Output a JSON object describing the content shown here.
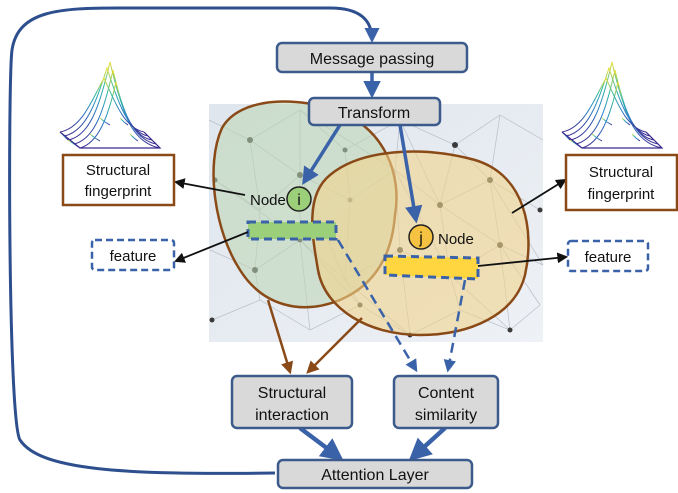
{
  "boxes": {
    "message_passing": "Message passing",
    "transform": "Transform",
    "structural_interaction": [
      "Structural",
      "interaction"
    ],
    "content_similarity": [
      "Content",
      "similarity"
    ],
    "attention_layer": "Attention Layer",
    "fingerprint_left": [
      "Structural",
      "fingerprint"
    ],
    "fingerprint_right": [
      "Structural",
      "fingerprint"
    ],
    "feature_left": "feature",
    "feature_right": "feature"
  },
  "nodes": {
    "node_i": {
      "label": "Node",
      "symbol": "i"
    },
    "node_j": {
      "label": "Node",
      "symbol": "j"
    }
  },
  "colors": {
    "box_fill": "#d9d9d9",
    "box_stroke": "#3c5a8c",
    "blue_arrow": "#3a62a8",
    "brown_arrow": "#8a4a18",
    "region_i_fill": "#bcd6b2",
    "region_j_fill": "#f2d48c",
    "feature_i_bar": "#9ccf7a",
    "feature_j_bar": "#ffd640",
    "node_i_fill": "#9ccf7a",
    "node_j_fill": "#f5c242"
  },
  "icons": [
    "gaussian-surface-icon"
  ]
}
